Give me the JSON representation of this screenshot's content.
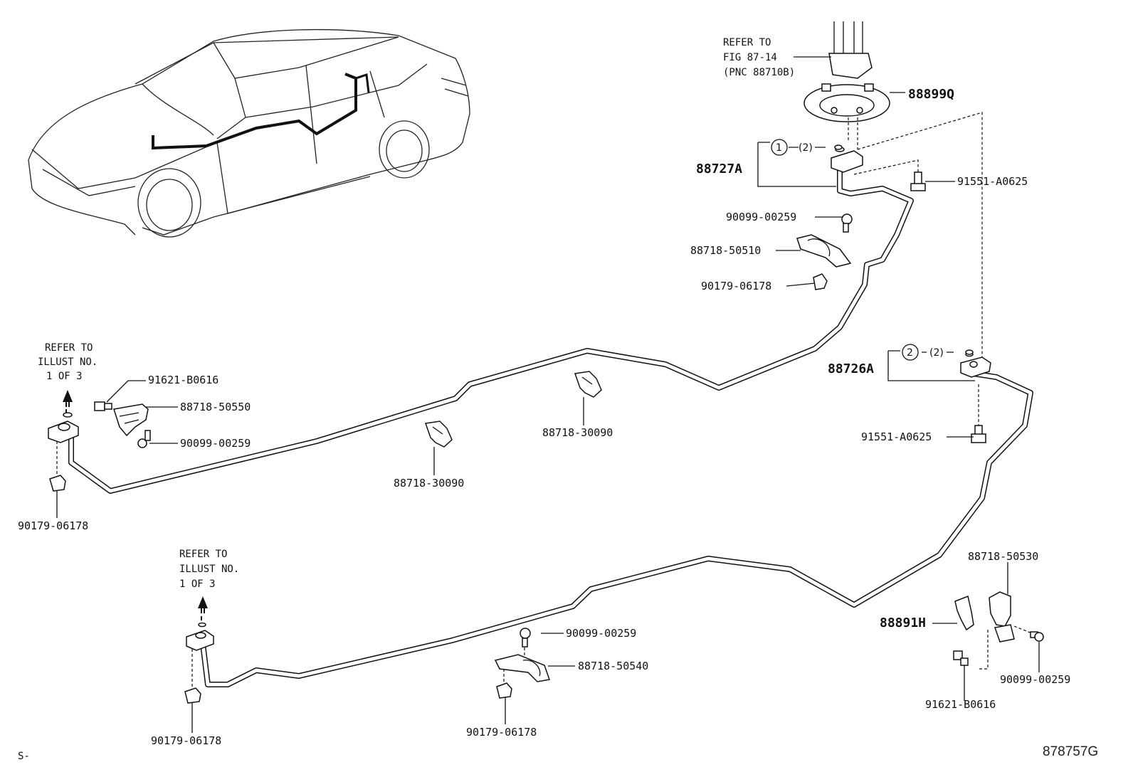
{
  "diagram": {
    "figure_id": "878757G",
    "corner_mark": "S-",
    "refer_fig": [
      "REFER TO",
      "FIG 87-14",
      "(PNC 88710B)"
    ],
    "refer_illust_left": [
      "REFER TO",
      "ILLUST NO.",
      "1 OF 3"
    ],
    "refer_illust_bottom": [
      "REFER TO",
      "ILLUST NO.",
      "1 OF 3"
    ],
    "callouts": {
      "c1": "1",
      "c1_qty": "(2)",
      "c2": "2",
      "c2_qty": "(2)"
    },
    "part_labels": {
      "p88899Q": "88899Q",
      "p88727A": "88727A",
      "p91551_top": "91551-A0625",
      "p90099_a": "90099-00259",
      "p88718_50510": "88718-50510",
      "p90179_a": "90179-06178",
      "p91621_a": "91621-B0616",
      "p88718_50550": "88718-50550",
      "p90099_b": "90099-00259",
      "p90179_left": "90179-06178",
      "p88718_30090_a": "88718-30090",
      "p88718_30090_b": "88718-30090",
      "p88726A": "88726A",
      "p91551_mid": "91551-A0625",
      "p88718_50530": "88718-50530",
      "p88891H": "88891H",
      "p90099_c": "90099-00259",
      "p91621_b": "91621-B0616",
      "p90099_d": "90099-00259",
      "p88718_50540": "88718-50540",
      "p90179_mid": "90179-06178",
      "p90179_bottom": "90179-06178"
    }
  }
}
